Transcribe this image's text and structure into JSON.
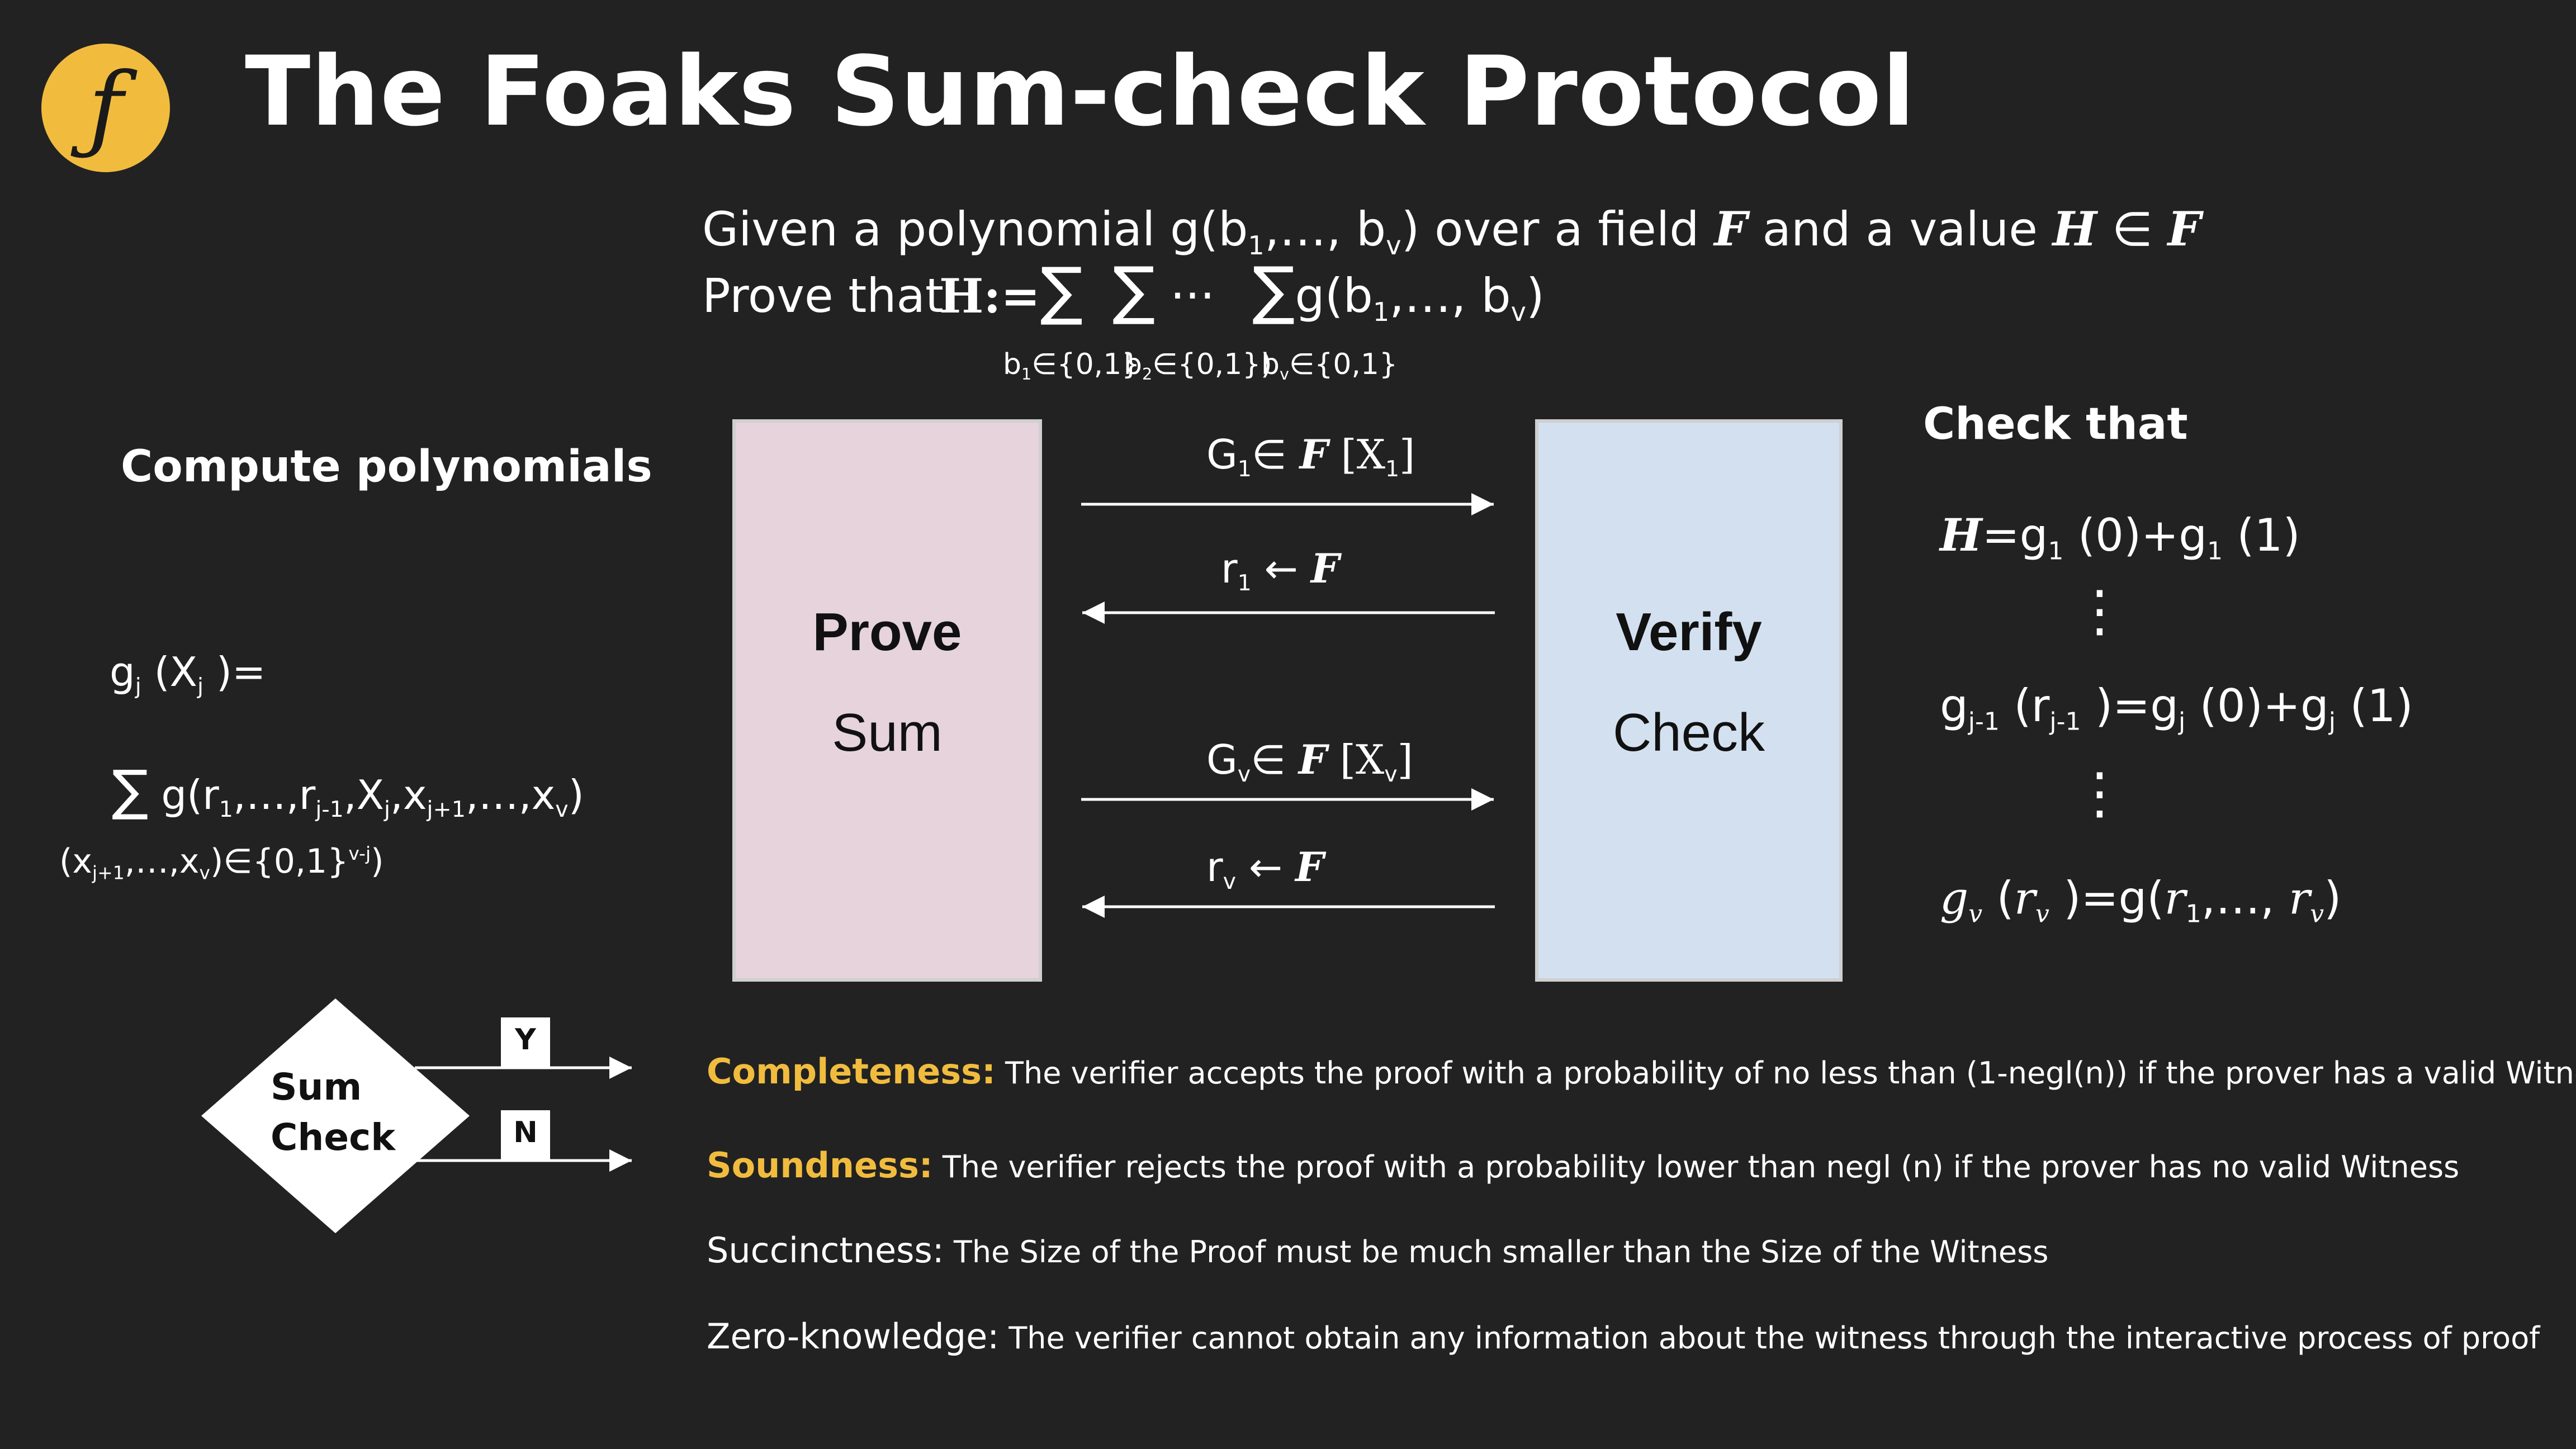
{
  "header": {
    "logo_glyph": "ƒ",
    "title": "The Foaks Sum-check Protocol"
  },
  "intro": {
    "line1_a": "Given a polynomial g(b",
    "line1_sub1": "1",
    "line1_b": ",…, b",
    "line1_subv": "v",
    "line1_c": ") over a field ",
    "field": "F",
    "line1_d": " and a value ",
    "H": "H",
    "elem": " ∈ ",
    "field2": "F",
    "line2_prefix": "Prove that ",
    "line2_H": "H",
    "line2_assign": ":=",
    "sigma": "∑",
    "dots": "···",
    "g_expr_a": "g(b",
    "g_expr_sub1": "1",
    "g_expr_b": ",…, b",
    "g_expr_subv": "v",
    "g_expr_c": ")",
    "sum_idx1_a": "b",
    "sum_idx1_sub": "1",
    "sum_idx1_b": "∈{0,1}",
    "sum_idx2_a": "b",
    "sum_idx2_sub": "2",
    "sum_idx2_b": "∈{0,1})",
    "sum_idxv_a": "b",
    "sum_idxv_sub": "v",
    "sum_idxv_b": "∈{0,1}"
  },
  "left": {
    "heading": "Compute polynomials",
    "gj_a": "g",
    "gj_sub": "j",
    "gj_b": " (X",
    "gj_sub2": "j",
    "gj_c": " )=",
    "sigma": "∑",
    "sum_a": " g(r",
    "sum_s1": "1",
    "sum_b": ",…,r",
    "sum_s2": "j-1",
    "sum_c": ",X",
    "sum_s3": "j",
    "sum_d": ",x",
    "sum_s4": "j+1",
    "sum_e": ",…,x",
    "sum_s5": "v",
    "sum_f": ")",
    "idx_a": "(x",
    "idx_s1": "j+1",
    "idx_b": ",…,x",
    "idx_s2": "v",
    "idx_c": ")∈{0,1}",
    "idx_sup": "v-j",
    "idx_d": ")"
  },
  "prover": {
    "title": "Prove",
    "subtitle": "Sum"
  },
  "verifier": {
    "title": "Verify",
    "subtitle": "Check"
  },
  "messages": {
    "m1_a": "G",
    "m1_sub": "1",
    "m1_b": "∈ ",
    "m1_F": "F",
    "m1_c": " [X",
    "m1_sub2": "1",
    "m1_d": "]",
    "m2_a": "r",
    "m2_sub": "1",
    "m2_b": " ← ",
    "m2_F": "F",
    "m3_a": "G",
    "m3_sub": "v",
    "m3_b": "∈ ",
    "m3_F": "F",
    "m3_c": " [X",
    "m3_sub2": "v",
    "m3_d": "]",
    "m4_a": "r",
    "m4_sub": "v",
    "m4_b": " ← ",
    "m4_F": "F"
  },
  "right": {
    "heading": "Check that",
    "e1_H": "H",
    "e1_a": "=g",
    "e1_s1": "1",
    "e1_b": " (0)+g",
    "e1_s2": "1",
    "e1_c": " (1)",
    "vdots": "⋮",
    "e2_a": "g",
    "e2_s1": "j-1",
    "e2_b": " (r",
    "e2_s2": "j-1",
    "e2_c": " )=g",
    "e2_s3": "j",
    "e2_d": " (0)+g",
    "e2_s4": "j",
    "e2_e": " (1)",
    "e3_g": "g",
    "e3_s1": "v",
    "e3_b": " (",
    "e3_r": "r",
    "e3_s2": "v",
    "e3_c": " )=g(",
    "e3_r1": "r",
    "e3_s3": "1",
    "e3_d": ",…, ",
    "e3_r2": "r",
    "e3_s4": "v",
    "e3_e": ")"
  },
  "decision": {
    "label_line1": "Sum",
    "label_line2": "Check",
    "yes": "Y",
    "no": "N"
  },
  "properties": {
    "completeness_label": "Completeness:",
    "completeness_text": " The verifier accepts the proof with a probability of no less than (1-negl(n)) if the prover has a valid Witness",
    "soundness_label": "Soundness:",
    "soundness_text": " The verifier rejects the proof with a probability lower than negl (n) if the prover has no valid Witness",
    "succinctness_label": "Succinctness:",
    "succinctness_text": " The Size of the Proof must be much smaller than the Size of the Witness",
    "zk_label": "Zero-knowledge:",
    "zk_text": " The verifier cannot obtain any information about the witness through the interactive process of proof"
  },
  "colors": {
    "background": "#222222",
    "accent": "#f1bc3e",
    "prover_box": "#e6d3dc",
    "verifier_box": "#d3e0f0"
  }
}
